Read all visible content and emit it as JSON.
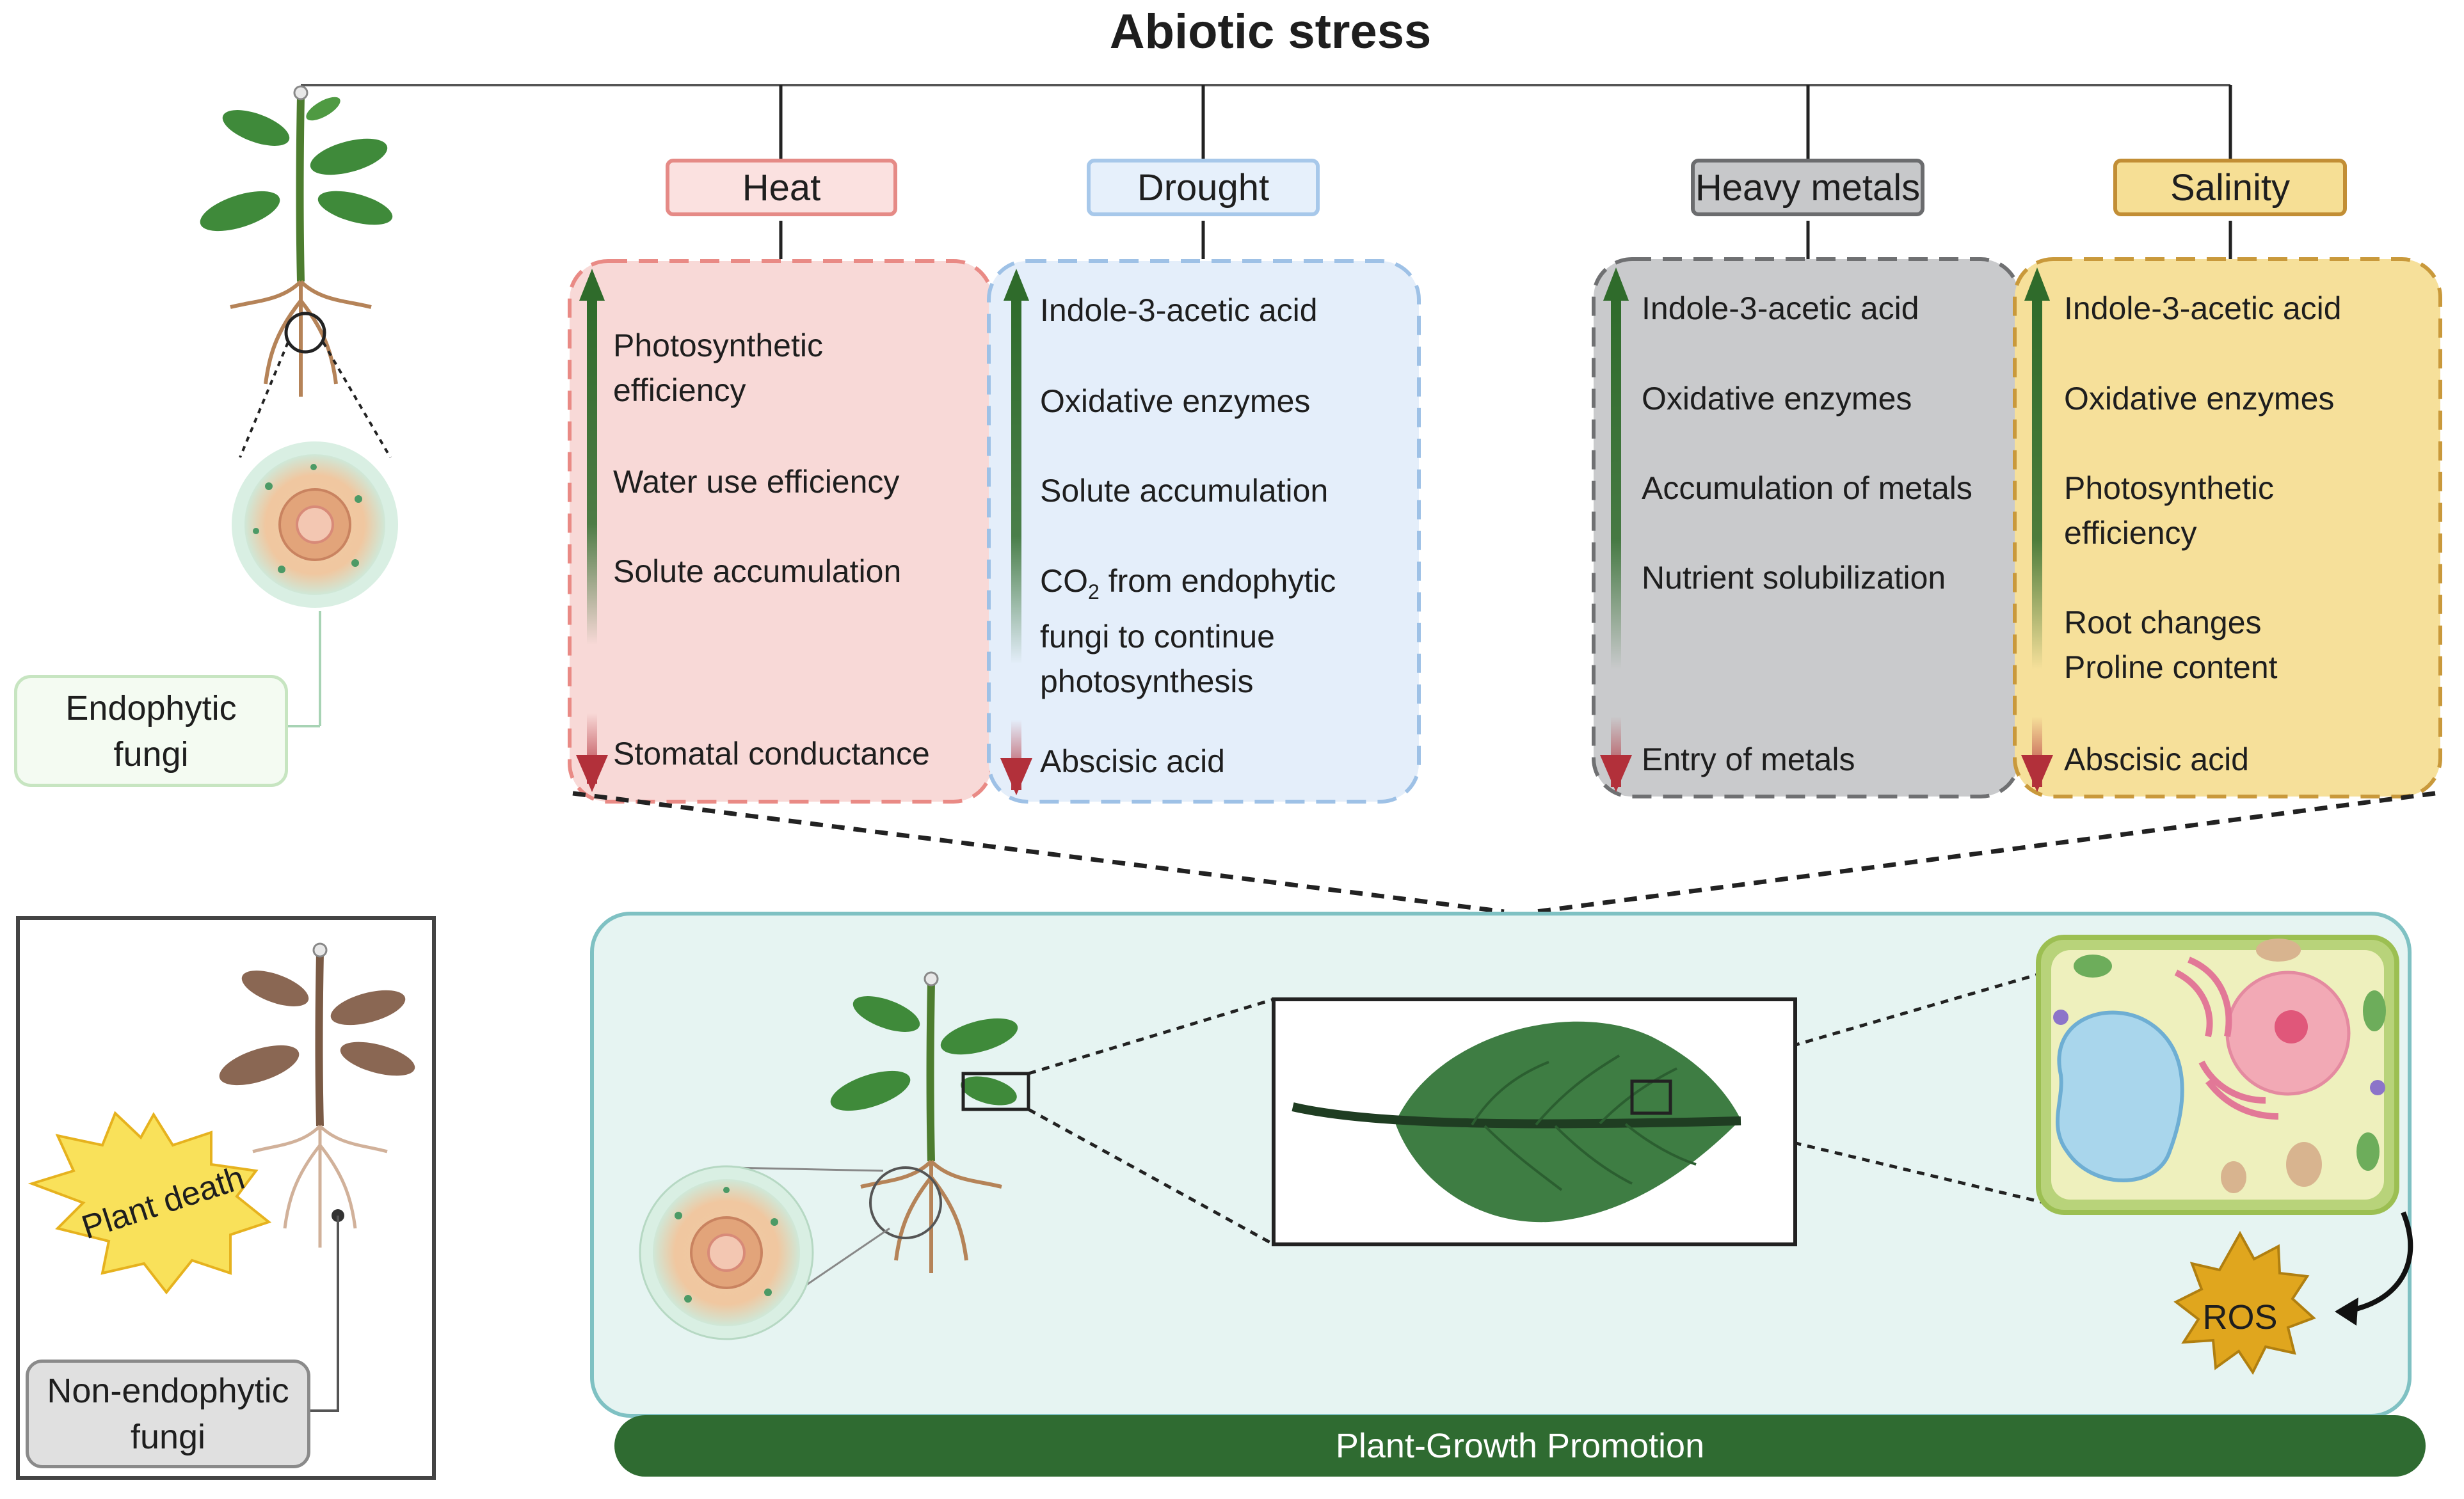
{
  "title": "Abiotic stress",
  "stress_labels": {
    "heat": "Heat",
    "drought": "Drought",
    "heavy_metals": "Heavy metals",
    "salinity": "Salinity"
  },
  "heat_panel": {
    "line1": "Photosynthetic",
    "line2": "efficiency",
    "item2": "Water use efficiency",
    "item3": "Solute accumulation",
    "decrease": "Stomatal conductance"
  },
  "drought_panel": {
    "item1": "Indole-3-acetic acid",
    "item2": "Oxidative enzymes",
    "item3": "Solute accumulation",
    "co2_prefix": "CO",
    "co2_sub": "2",
    "co2_rest": " from endophytic",
    "co2_line2": "fungi to continue",
    "co2_line3": "photosynthesis",
    "decrease": "Abscisic acid"
  },
  "metals_panel": {
    "item1": "Indole-3-acetic acid",
    "item2": "Oxidative enzymes",
    "item3": "Accumulation of metals",
    "item4": "Nutrient solubilization",
    "decrease": "Entry of metals"
  },
  "salinity_panel": {
    "item1": "Indole-3-acetic acid",
    "item2": "Oxidative enzymes",
    "item3_line1": "Photosynthetic",
    "item3_line2": "efficiency",
    "item4_line1": "Root changes",
    "item4_line2": "Proline content",
    "decrease": "Abscisic acid"
  },
  "endophytic": {
    "line1": "Endophytic",
    "line2": "fungi"
  },
  "non_endophytic": {
    "line1": "Non-endophytic",
    "line2": "fungi"
  },
  "plant_death": "Plant death",
  "ros": "ROS",
  "growth_bar": "Plant-Growth Promotion",
  "colors": {
    "heat": "#f8d9d7",
    "heat_border": "#e98a85",
    "drought": "#e4eefa",
    "drought_border": "#9ec1e6",
    "metals": "#c9cacc",
    "metals_border": "#6f7072",
    "salinity": "#f6e09a",
    "salinity_border": "#c9993b",
    "up_arrow": "#2f6b2b",
    "down_arrow": "#b2303a",
    "growth": "#2f6b31"
  }
}
